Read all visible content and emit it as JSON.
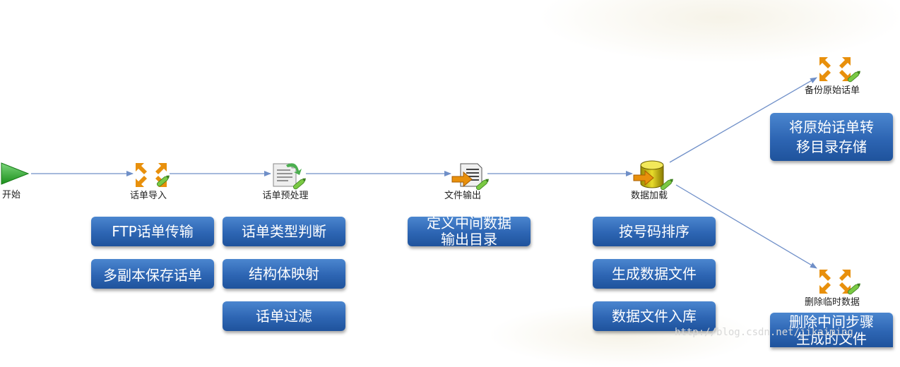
{
  "steps": {
    "start": "开始",
    "import": "话单导入",
    "preprocess": "话单预处理",
    "file_output": "文件输出",
    "data_load": "数据加载",
    "backup": "备份原始话单",
    "delete_temp": "删除临时数据"
  },
  "notes": {
    "ftp": "FTP话单传输",
    "multi_copy": "多副本保存话单",
    "type_judge": "话单类型判断",
    "struct_map": "结构体映射",
    "filter": "话单过滤",
    "define_dir": "定义中间数据输出目录",
    "sort": "按号码排序",
    "gen_file": "生成数据文件",
    "file_load": "数据文件入库",
    "move_store": "将原始话单转移目录存储",
    "delete_files": "删除中间步骤生成的文件"
  },
  "watermark": "http://blog.csdn.net/jikaiming",
  "colors": {
    "note_blue": "#2d65b3",
    "arrow": "#6f8fc8",
    "start_green": "#2ea82e",
    "icon_orange": "#e8900c"
  },
  "icons": [
    "play-icon",
    "transform-icon",
    "document-icon",
    "file-output-icon",
    "database-icon"
  ]
}
